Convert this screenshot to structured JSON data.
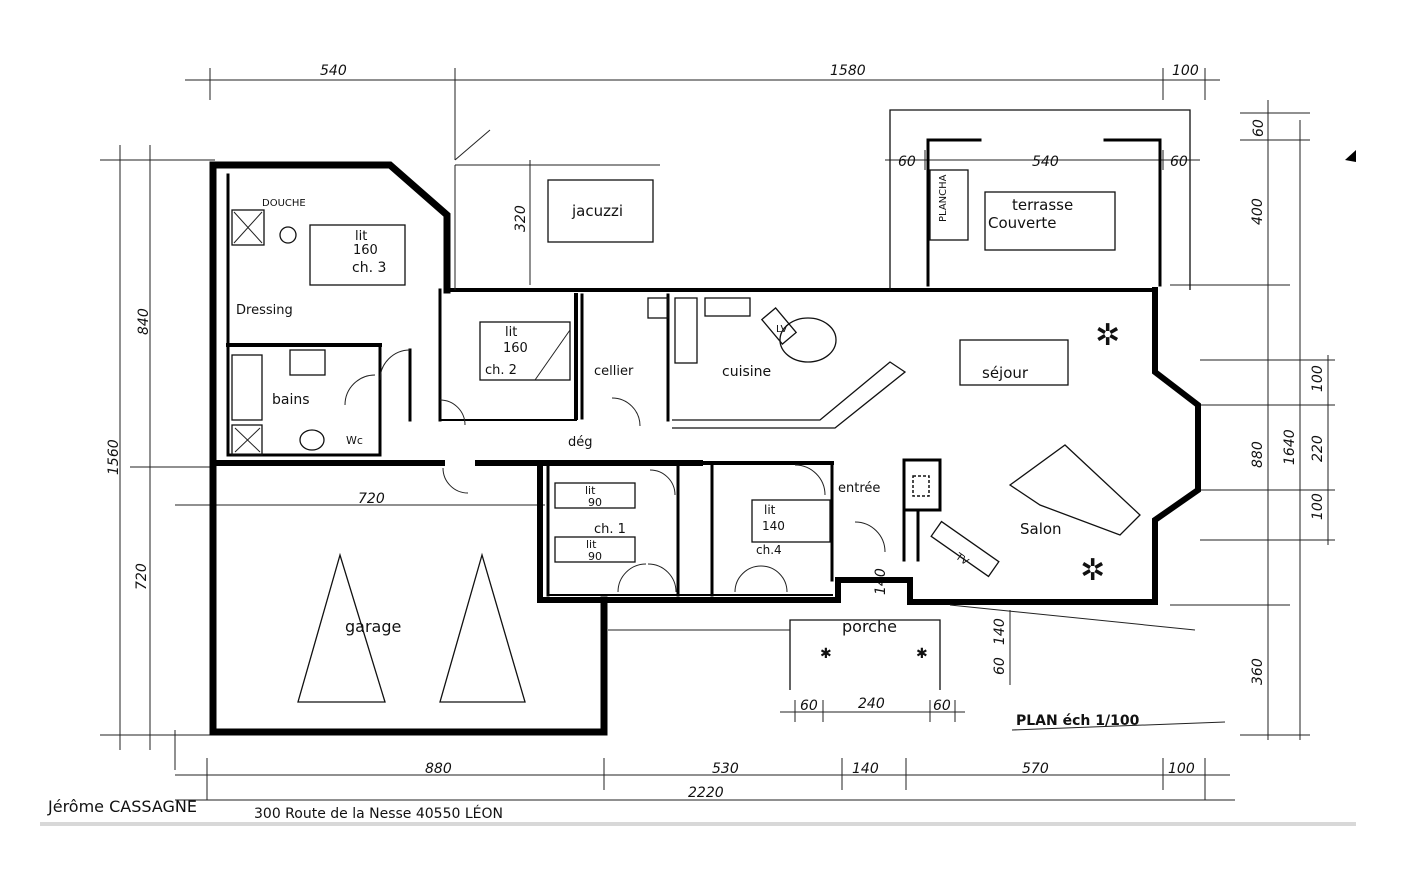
{
  "plan": {
    "top_dims": [
      "540",
      "1580",
      "100"
    ],
    "bottom_dims": [
      "880",
      "530",
      "140",
      "570",
      "100"
    ],
    "bottom_total": "2220",
    "left_dims": [
      "840",
      "720"
    ],
    "left_total": "1560",
    "right_dims": [
      "60",
      "400",
      "880",
      "360"
    ],
    "right_total": "1640",
    "right_inner_dims": [
      "100",
      "220",
      "100"
    ],
    "terrace_dims": [
      "60",
      "540",
      "60"
    ],
    "porch_dims": [
      "60",
      "240",
      "60"
    ],
    "porch_side_dims": [
      "140",
      "60"
    ],
    "jacuzzi_dim": "320",
    "garage_dim": "720",
    "entry_dim": "140",
    "rooms": {
      "douche": "DOUCHE",
      "lit_ch3": "lit",
      "lit_ch3_size": "160",
      "ch3": "ch. 3",
      "dressing": "Dressing",
      "bains": "bains",
      "wc": "Wc",
      "jacuzzi": "jacuzzi",
      "plancha": "PLANCHA",
      "terrasse": "terrasse",
      "couverte": "Couverte",
      "lit_ch2": "lit",
      "lit_ch2_size": "160",
      "ch2": "ch. 2",
      "cellier": "cellier",
      "lv": "LV",
      "cuisine": "cuisine",
      "sejour": "séjour",
      "deg": "dég",
      "lit_ch1a": "lit",
      "lit_ch1a_size": "90",
      "ch1": "ch. 1",
      "lit_ch1b": "lit",
      "lit_ch1b_size": "90",
      "lit_ch4": "lit",
      "lit_ch4_size": "140",
      "ch4": "ch.4",
      "entree": "entrée",
      "salon": "Salon",
      "tv": "TV",
      "garage": "garage",
      "porche": "porche"
    },
    "scale_label": "PLAN éch 1/100",
    "owner": "Jérôme CASSAGNE",
    "address": "300 Route de la Nesse 40550 LÉON"
  }
}
